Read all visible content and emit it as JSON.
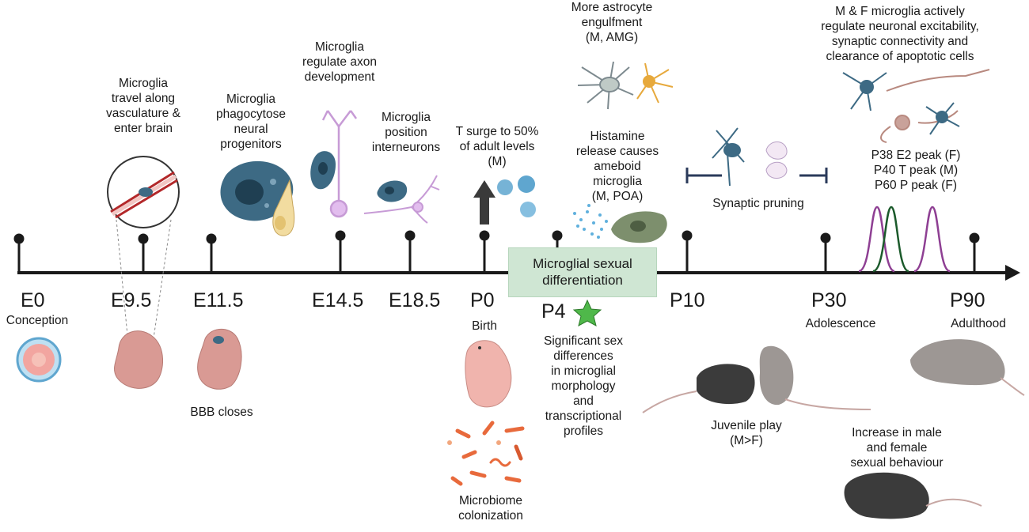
{
  "timeline": {
    "stages": [
      {
        "id": "e0",
        "label": "E0",
        "sublabel": "Conception"
      },
      {
        "id": "e9-5",
        "label": "E9.5",
        "sublabel": ""
      },
      {
        "id": "e11-5",
        "label": "E11.5",
        "sublabel": "BBB closes"
      },
      {
        "id": "e14-5",
        "label": "E14.5",
        "sublabel": ""
      },
      {
        "id": "e18-5",
        "label": "E18.5",
        "sublabel": ""
      },
      {
        "id": "p0",
        "label": "P0",
        "sublabel": "Birth"
      },
      {
        "id": "p4",
        "label": "P4",
        "sublabel": ""
      },
      {
        "id": "p10",
        "label": "P10",
        "sublabel": ""
      },
      {
        "id": "p30",
        "label": "P30",
        "sublabel": "Adolescence"
      },
      {
        "id": "p90",
        "label": "P90",
        "sublabel": "Adulthood"
      }
    ]
  },
  "annotations": {
    "travel": [
      "Microglia",
      "travel along",
      "vasculature &",
      "enter brain"
    ],
    "phagocytose": [
      "Microglia",
      "phagocytose",
      "neural",
      "progenitors"
    ],
    "axon": [
      "Microglia",
      "regulate axon",
      "development"
    ],
    "position": [
      "Microglia",
      "position",
      "interneurons"
    ],
    "t_surge": [
      "T surge to 50%",
      "of adult levels",
      "(M)"
    ],
    "astrocyte": [
      "More astrocyte",
      "engulfment",
      "(M, AMG)"
    ],
    "histamine": [
      "Histamine",
      "release causes",
      "ameboid",
      "microglia",
      "(M, POA)"
    ],
    "pruning": [
      "Synaptic pruning"
    ],
    "regulate": [
      "M & F microglia actively",
      "regulate neuronal excitability,",
      "synaptic connectivity and",
      "clearance of apoptotic cells"
    ],
    "peaks": [
      "P38 E2 peak (F)",
      "P40 T peak (M)",
      "P60 P peak (F)"
    ],
    "sex_diff": [
      "Significant sex",
      "differences",
      "in microglial",
      "morphology",
      "and",
      "transcriptional",
      "profiles"
    ],
    "microbiome": [
      "Microbiome",
      "colonization"
    ],
    "juvenile": [
      "Juvenile play",
      "(M>F)"
    ],
    "behaviour": [
      "Increase in male",
      "and female",
      "sexual behaviour"
    ]
  },
  "box": {
    "lines": [
      "Microglial sexual",
      "differentiation"
    ]
  },
  "colors": {
    "axis": "#1a1a1a",
    "box_fill": "#cfe6d3",
    "microglia": "#3d6a84",
    "astrocyte": "#e7a93c",
    "neuron": "#c79bd6",
    "e2_curve": "#8e3f93",
    "t_curve": "#1b5a2b",
    "star": "#4fb84a",
    "embryo": "#d99a94",
    "pup": "#f0b4ad",
    "mouse_dark": "#3b3b3b",
    "mouse_grey": "#9d9794"
  },
  "icons": [
    "blood-vessel-magnifier",
    "microglia-cell",
    "neural-progenitor",
    "axon-neuron",
    "interneuron",
    "arrow-up-icon",
    "t-sphere",
    "astrocyte",
    "histamine-dots",
    "ameboid-microglia",
    "synapse",
    "neuron-cluster",
    "hormone-curves",
    "star-icon",
    "zygote",
    "embryo",
    "pup",
    "bacteria",
    "mouse-pair",
    "adult-mouse",
    "mating-mice"
  ]
}
